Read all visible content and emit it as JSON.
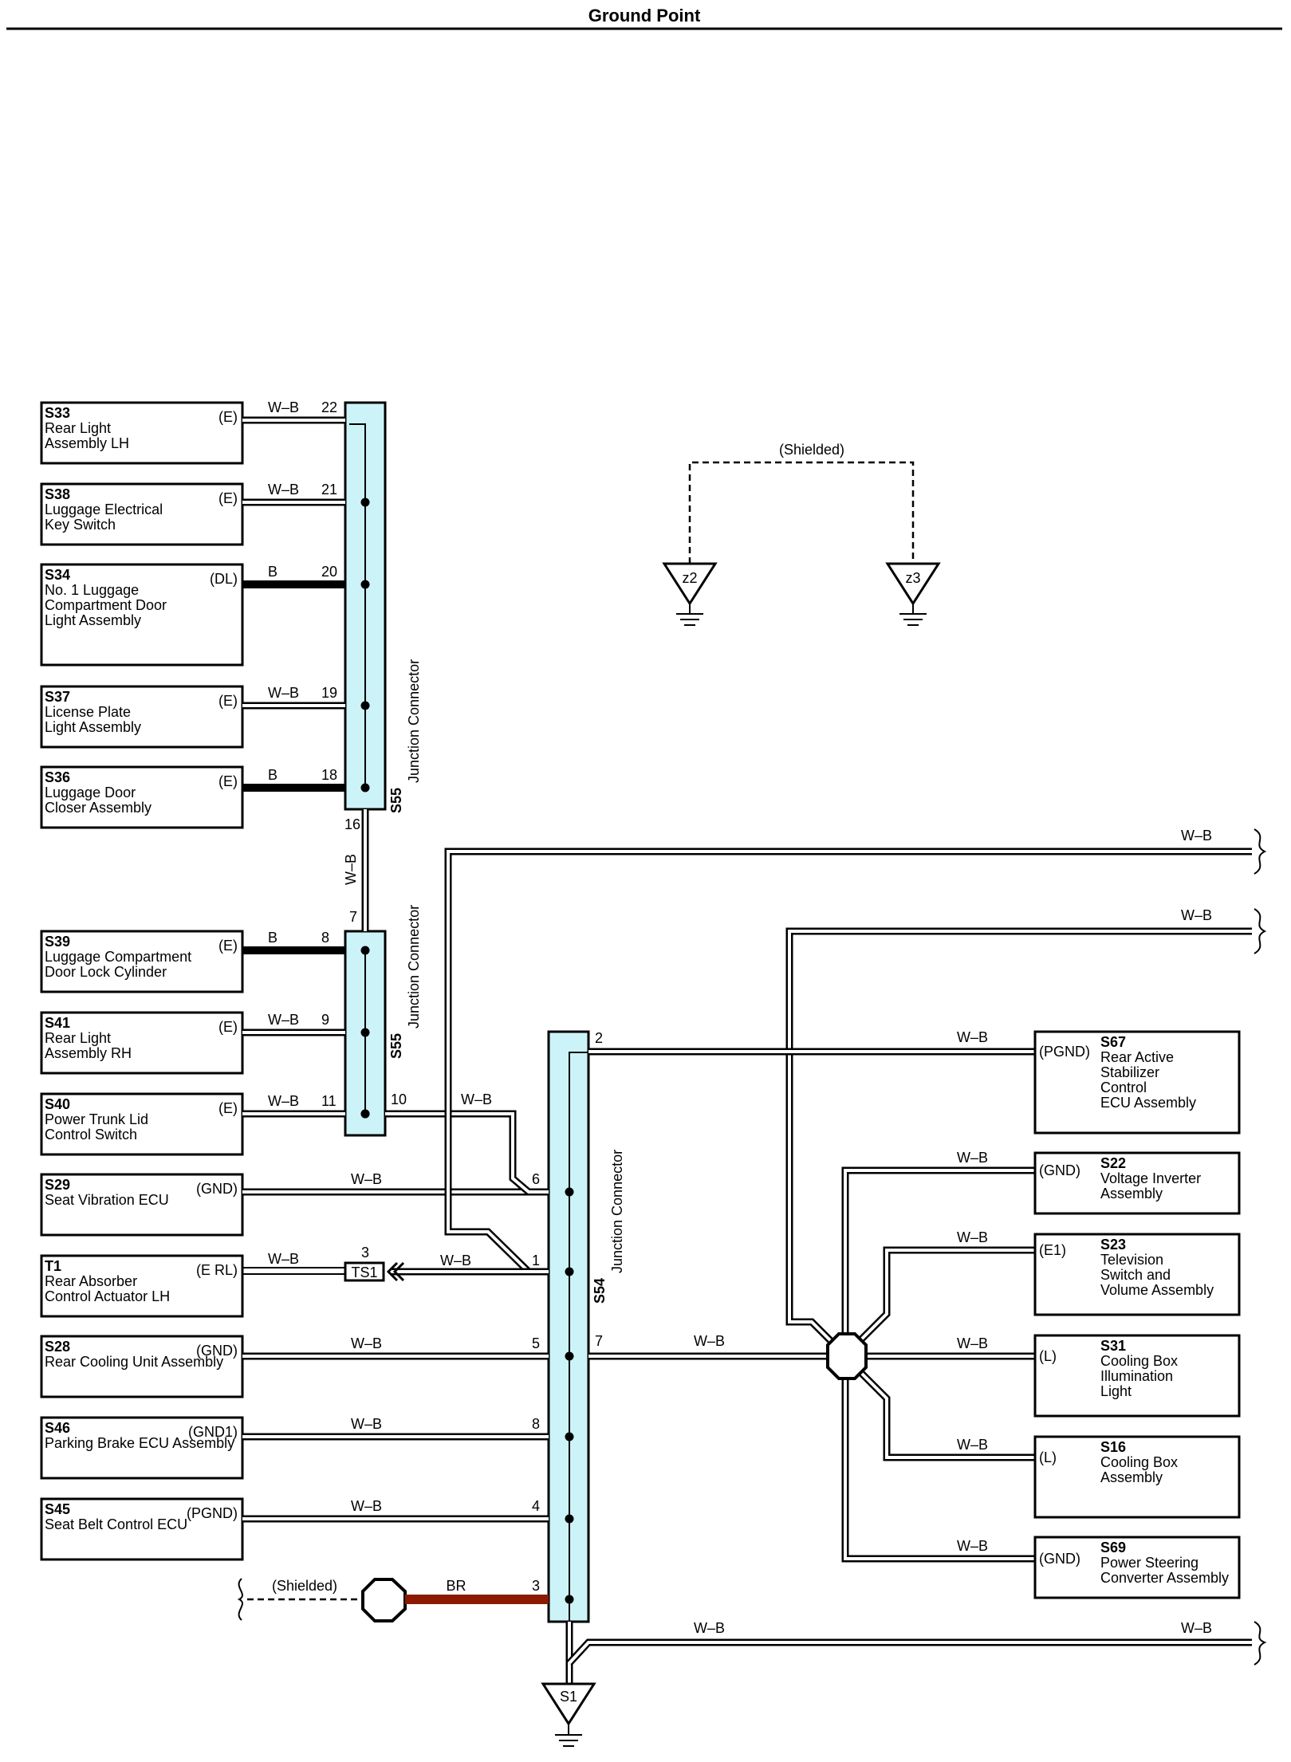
{
  "title": "Ground Point",
  "color_codes": {
    "wb": "W–B",
    "b": "B",
    "br": "BR"
  },
  "shielded": "(Shielded)",
  "junction_label": "Junction Connector",
  "junctions": {
    "s55": "S55",
    "s54": "S54"
  },
  "left_components": [
    {
      "id": "S33",
      "lines": [
        "Rear Light",
        "Assembly LH"
      ],
      "terminal": "(E)",
      "color": "W–B",
      "pin": "22"
    },
    {
      "id": "S38",
      "lines": [
        "Luggage Electrical",
        "Key Switch"
      ],
      "terminal": "(E)",
      "color": "W–B",
      "pin": "21"
    },
    {
      "id": "S34",
      "lines": [
        "No. 1 Luggage",
        "Compartment Door",
        "Light Assembly"
      ],
      "terminal": "(DL)",
      "color": "B",
      "pin": "20"
    },
    {
      "id": "S37",
      "lines": [
        "License Plate",
        "Light Assembly"
      ],
      "terminal": "(E)",
      "color": "W–B",
      "pin": "19"
    },
    {
      "id": "S36",
      "lines": [
        "Luggage Door",
        "Closer Assembly"
      ],
      "terminal": "(E)",
      "color": "B",
      "pin": "18"
    },
    {
      "id": "S39",
      "lines": [
        "Luggage Compartment",
        "Door Lock Cylinder"
      ],
      "terminal": "(E)",
      "color": "B",
      "pin": "8"
    },
    {
      "id": "S41",
      "lines": [
        "Rear Light",
        "Assembly RH"
      ],
      "terminal": "(E)",
      "color": "W–B",
      "pin": "9"
    },
    {
      "id": "S40",
      "lines": [
        "Power Trunk Lid",
        "Control Switch"
      ],
      "terminal": "(E)",
      "color": "W–B",
      "pin": "11"
    },
    {
      "id": "S29",
      "lines": [
        "Seat Vibration ECU"
      ],
      "terminal": "(GND)",
      "color": "W–B",
      "pin": "6"
    },
    {
      "id": "T1",
      "lines": [
        "Rear Absorber",
        "Control Actuator LH"
      ],
      "terminal": "(E RL)",
      "color": "W–B",
      "pin": "3"
    },
    {
      "id": "S28",
      "lines": [
        "Rear Cooling Unit Assembly"
      ],
      "terminal": "(GND)",
      "color": "W–B",
      "pin": "5"
    },
    {
      "id": "S46",
      "lines": [
        "Parking Brake ECU Assembly"
      ],
      "terminal": "(GND1)",
      "color": "W–B",
      "pin": "8"
    },
    {
      "id": "S45",
      "lines": [
        "Seat Belt Control ECU"
      ],
      "terminal": "(PGND)",
      "color": "W–B",
      "pin": "4"
    }
  ],
  "right_components": [
    {
      "id": "S67",
      "lines": [
        "Rear Active",
        "Stabilizer",
        "Control",
        "ECU Assembly"
      ],
      "terminal": "(PGND)",
      "color": "W–B"
    },
    {
      "id": "S22",
      "lines": [
        "Voltage Inverter",
        "Assembly"
      ],
      "terminal": "(GND)",
      "color": "W–B"
    },
    {
      "id": "S23",
      "lines": [
        "Television",
        "Switch and",
        "Volume Assembly"
      ],
      "terminal": "(E1)",
      "color": "W–B"
    },
    {
      "id": "S31",
      "lines": [
        "Cooling Box",
        "Illumination",
        "Light"
      ],
      "terminal": "(L)",
      "color": "W–B"
    },
    {
      "id": "S16",
      "lines": [
        "Cooling Box",
        "Assembly"
      ],
      "terminal": "(L)",
      "color": "W–B"
    },
    {
      "id": "S69",
      "lines": [
        "Power Steering",
        "Converter Assembly"
      ],
      "terminal": "(GND)",
      "color": "W–B"
    }
  ],
  "pins": {
    "s55_16": "16",
    "s55_7": "7",
    "s55_10": "10",
    "s54_2": "2",
    "s54_1": "1",
    "s54_7": "7",
    "s54_3": "3"
  },
  "ts1": "TS1",
  "grounds": {
    "z2": "z2",
    "z3": "z3",
    "s1": "S1"
  }
}
